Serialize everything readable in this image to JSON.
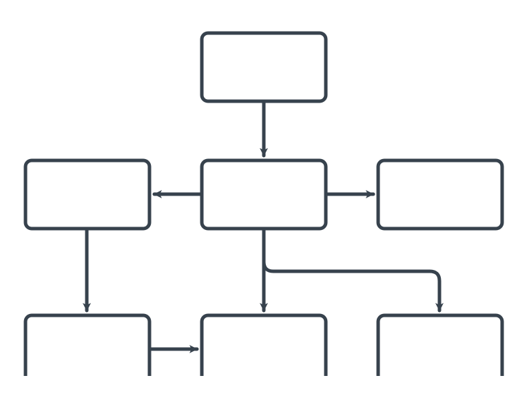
{
  "diagram": {
    "type": "flowchart",
    "colors": {
      "stroke": "#37424d",
      "fill": "#ffffff",
      "background": "#ffffff"
    },
    "nodes": [
      {
        "id": "top",
        "label": ""
      },
      {
        "id": "middle-left",
        "label": ""
      },
      {
        "id": "middle-center",
        "label": ""
      },
      {
        "id": "middle-right",
        "label": ""
      },
      {
        "id": "bottom-left",
        "label": ""
      },
      {
        "id": "bottom-center",
        "label": ""
      },
      {
        "id": "bottom-right",
        "label": ""
      }
    ],
    "edges": [
      {
        "from": "top",
        "to": "middle-center"
      },
      {
        "from": "middle-center",
        "to": "middle-left"
      },
      {
        "from": "middle-center",
        "to": "middle-right"
      },
      {
        "from": "middle-left",
        "to": "bottom-left"
      },
      {
        "from": "middle-center",
        "to": "bottom-center"
      },
      {
        "from": "middle-center",
        "to": "bottom-right"
      },
      {
        "from": "bottom-left",
        "to": "bottom-center"
      }
    ]
  }
}
